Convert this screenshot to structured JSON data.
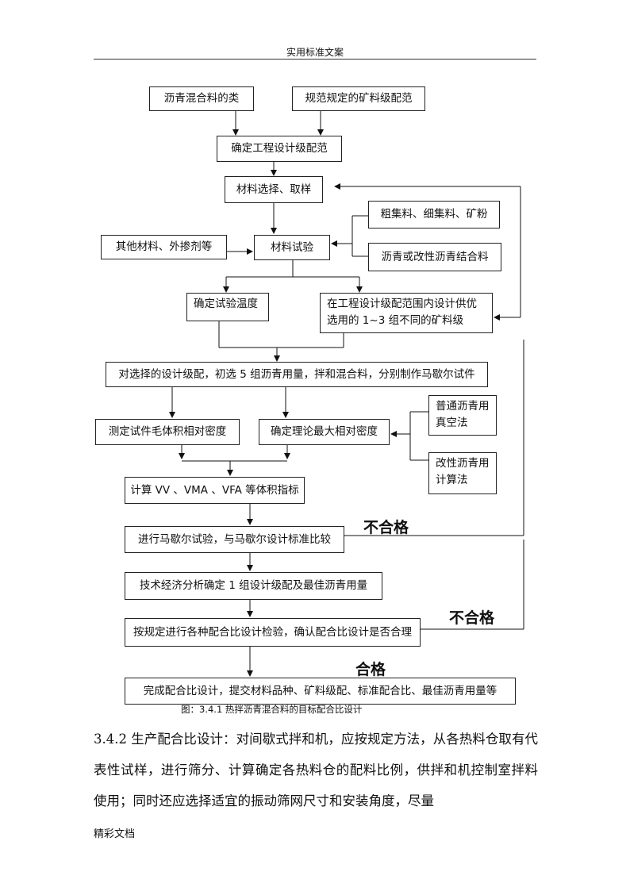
{
  "header": {
    "title": "实用标准文案"
  },
  "flowchart": {
    "mix_type": "沥青混合料的类",
    "spec_gradation": "规范规定的矿料级配范",
    "design_gradation": "确定工程设计级配范",
    "material_select": "材料选择、取样",
    "coarse_fine": "粗集料、细集料、矿粉",
    "binder": "沥青或改性沥青结合料",
    "other_materials": "其他材料、外掺剂等",
    "material_test": "材料试验",
    "test_temp": "确定试验温度",
    "gradation_options": "在工程设计级配范围内设计供优选用的 1~3 组不同的矿料级",
    "marshall_prep": "对选择的设计级配，初选 5 组沥青用量，拌和混合料，分别制作马歇尔试件",
    "bulk_density": "测定试件毛体积相对密度",
    "max_density": "确定理论最大相对密度",
    "vacuum_method": "普通沥青用真空法",
    "calc_method": "改性沥青用计算法",
    "volume_indices": "计算 VV 、VMA 、VFA 等体积指标",
    "marshall_test": "进行马歇尔试验，与马歇尔设计标准比较",
    "economic_analysis": "技术经济分析确定 1 组设计级配及最佳沥青用量",
    "verification": "按规定进行各种配合比设计检验，确认配合比设计是否合理",
    "complete": "完成配合比设计，提交材料品种、矿料级配、标准配合比、最佳沥青用量等",
    "fail_label_1": "不合格",
    "fail_label_2": "不合格",
    "pass_label": "合格"
  },
  "caption": "图：3.4.1 热拌沥青混合料的目标配合比设计",
  "paragraph": "3.4.2 生产配合比设计：对间歇式拌和机，应按规定方法，从各热料仓取有代表性试样，进行筛分、计算确定各热料仓的配料比例，供拌和机控制室拌料使用；同时还应选择适宜的振动筛网尺寸和安装角度，尽量",
  "footer": {
    "text": "精彩文档"
  }
}
